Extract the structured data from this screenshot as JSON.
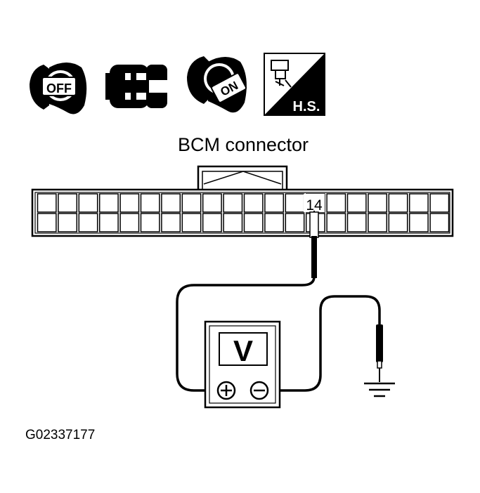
{
  "icons": [
    {
      "name": "ignition-key-off-icon",
      "label": "OFF"
    },
    {
      "name": "connector-disconnected-icon",
      "label": ""
    },
    {
      "name": "ignition-key-on-icon",
      "label": "ON"
    },
    {
      "name": "harness-side-icon",
      "label": "H.S."
    }
  ],
  "connector": {
    "title": "BCM connector",
    "terminal_label": "14"
  },
  "meter": {
    "display": "V",
    "positive_symbol": "+",
    "negative_symbol": "−"
  },
  "figure_id": "G02337177",
  "colors": {
    "line": "#000000",
    "background": "#ffffff"
  }
}
